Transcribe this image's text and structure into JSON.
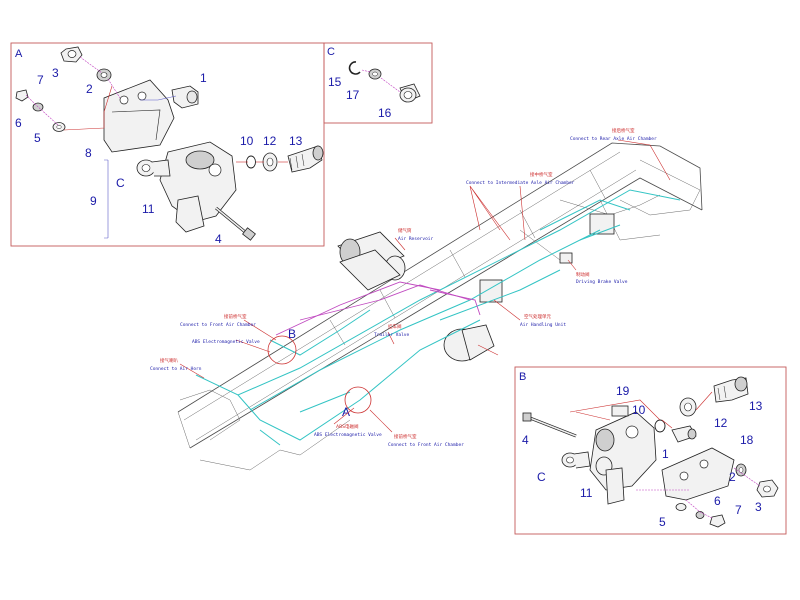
{
  "panels": {
    "A": {
      "letter": "A",
      "callouts": [
        "1",
        "2",
        "3",
        "4",
        "5",
        "6",
        "7",
        "8",
        "9",
        "10",
        "11",
        "12",
        "13"
      ],
      "sub_letter": "C"
    },
    "C": {
      "letter": "C",
      "callouts": [
        "15",
        "16",
        "17"
      ]
    },
    "B": {
      "letter": "B",
      "callouts": [
        "1",
        "2",
        "3",
        "4",
        "5",
        "6",
        "7",
        "10",
        "11",
        "12",
        "13",
        "18",
        "19"
      ],
      "sub_letter": "C"
    }
  },
  "chassis_labels": {
    "rear_axle_cn": "接后桥气室",
    "rear_axle_en": "Connect to Rear Axle Air Chamber",
    "intermediate_cn": "接中桥气室",
    "intermediate_en": "Connect to Intermediate Axle Air Chamber",
    "reservoir_cn": "储气筒",
    "reservoir_en": "Air Reservoir",
    "brake_valve_cn": "制动阀",
    "brake_valve_en": "Driving Brake Valve",
    "front_chamber_b_cn": "接前桥气室",
    "front_chamber_b_en": "Connect to Front Air Chamber",
    "abs_b_en": "ABS Electromagnetic Valve",
    "horn_cn": "接气喇叭",
    "horn_en": "Connect to Air Horn",
    "trailer_cn": "挂车阀",
    "trailer_en": "Trailer Valve",
    "handling_cn": "空气处理单元",
    "handling_en": "Air Handling Unit",
    "abs_a_cn": "ABS电磁阀",
    "abs_a_en": "ABS Electromagnetic Valve",
    "front_chamber_a_cn": "接前桥气室",
    "front_chamber_a_en": "Connect to Front Air Chamber",
    "mark_a": "A",
    "mark_b": "B"
  },
  "colors": {
    "panel_border": "#c55a5a",
    "callout_text": "#1a1aa8",
    "pipe_cyan": "#33c4c4",
    "pipe_magenta": "#c04ac0",
    "leader_red": "#cc3030"
  }
}
